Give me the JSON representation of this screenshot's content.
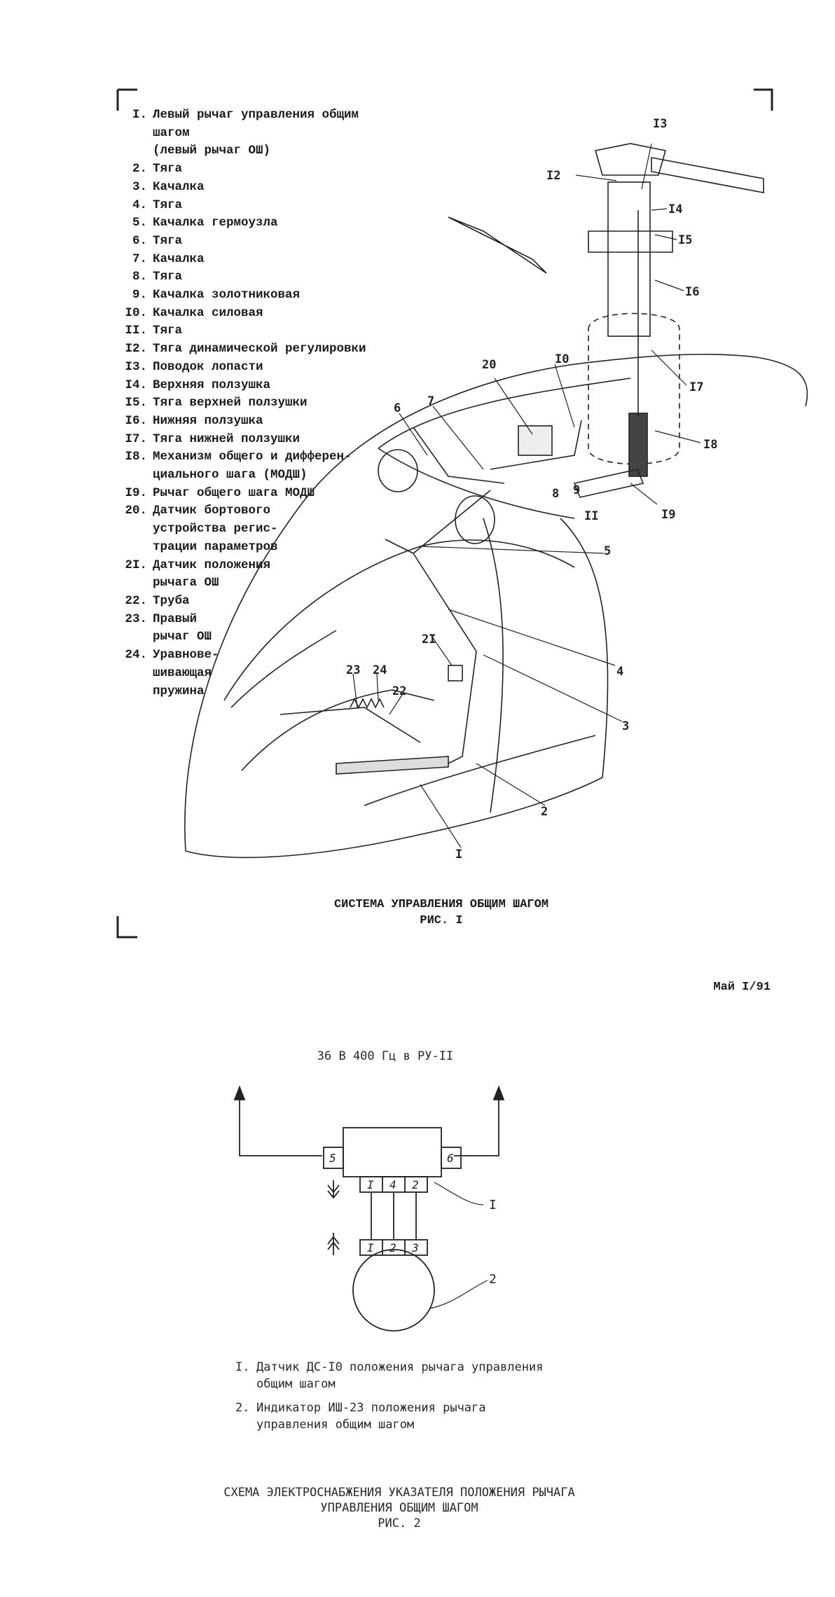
{
  "figure1": {
    "legend": [
      {
        "num": "I.",
        "text": "Левый рычаг управления общим шагом\n(левый рычаг ОШ)"
      },
      {
        "num": "2.",
        "text": "Тяга"
      },
      {
        "num": "3.",
        "text": "Качалка"
      },
      {
        "num": "4.",
        "text": "Тяга"
      },
      {
        "num": "5.",
        "text": "Качалка гермоузла"
      },
      {
        "num": "6.",
        "text": "Тяга"
      },
      {
        "num": "7.",
        "text": "Качалка"
      },
      {
        "num": "8.",
        "text": "Тяга"
      },
      {
        "num": "9.",
        "text": "Качалка золотниковая"
      },
      {
        "num": "I0.",
        "text": "Качалка силовая"
      },
      {
        "num": "II.",
        "text": "Тяга"
      },
      {
        "num": "I2.",
        "text": "Тяга динамической регулировки"
      },
      {
        "num": "I3.",
        "text": "Поводок лопасти"
      },
      {
        "num": "I4.",
        "text": "Верхняя ползушка"
      },
      {
        "num": "I5.",
        "text": "Тяга верхней ползушки"
      },
      {
        "num": "I6.",
        "text": "Нижняя ползушка"
      },
      {
        "num": "I7.",
        "text": "Тяга нижней ползушки"
      },
      {
        "num": "I8.",
        "text": "Механизм общего и дифферен-\nциального шага (МОДШ)"
      },
      {
        "num": "I9.",
        "text": "Рычаг общего шага МОДШ"
      },
      {
        "num": "20.",
        "text": "Датчик бортового\nустройства регис-\nтрации параметров"
      },
      {
        "num": "2I.",
        "text": "Датчик положения\nрычага ОШ"
      },
      {
        "num": "22.",
        "text": "Труба"
      },
      {
        "num": "23.",
        "text": "Правый\nрычаг ОШ"
      },
      {
        "num": "24.",
        "text": "Уравнове-\nшивающая\nпружина"
      }
    ],
    "callouts": {
      "c1": "I",
      "c2": "2",
      "c3": "3",
      "c4": "4",
      "c5": "5",
      "c6": "6",
      "c7": "7",
      "c8": "8",
      "c9": "9",
      "c10": "I0",
      "c11": "II",
      "c12": "I2",
      "c13": "I3",
      "c14": "I4",
      "c15": "I5",
      "c16": "I6",
      "c17": "I7",
      "c18": "I8",
      "c19": "I9",
      "c20": "20",
      "c21": "2I",
      "c22": "22",
      "c23": "23",
      "c24": "24"
    },
    "caption_title": "СИСТЕМА УПРАВЛЕНИЯ ОБЩИМ ШАГОМ",
    "caption_fig": "РИС. I"
  },
  "page_date": "Май I/91",
  "figure2": {
    "supply_label": "36 В 400 Гц в РУ-II",
    "pins_top": {
      "left": "5",
      "right": "6"
    },
    "pins_bottom": [
      "I",
      "4",
      "2"
    ],
    "pins_indicator": [
      "I",
      "2",
      "3"
    ],
    "callout_1": "I",
    "callout_2": "2",
    "notes": [
      {
        "num": "I.",
        "text": "Датчик ДС-I0 положения рычага управления\nобщим шагом"
      },
      {
        "num": "2.",
        "text": "Индикатор ИШ-23 положения рычага\nуправления общим шагом"
      }
    ],
    "caption_line1": "СХЕМА ЭЛЕКТРОСНАБЖЕНИЯ УКАЗАТЕЛЯ ПОЛОЖЕНИЯ РЫЧАГА",
    "caption_line2": "УПРАВЛЕНИЯ ОБЩИМ ШАГОМ",
    "caption_fig": "РИС. 2"
  }
}
